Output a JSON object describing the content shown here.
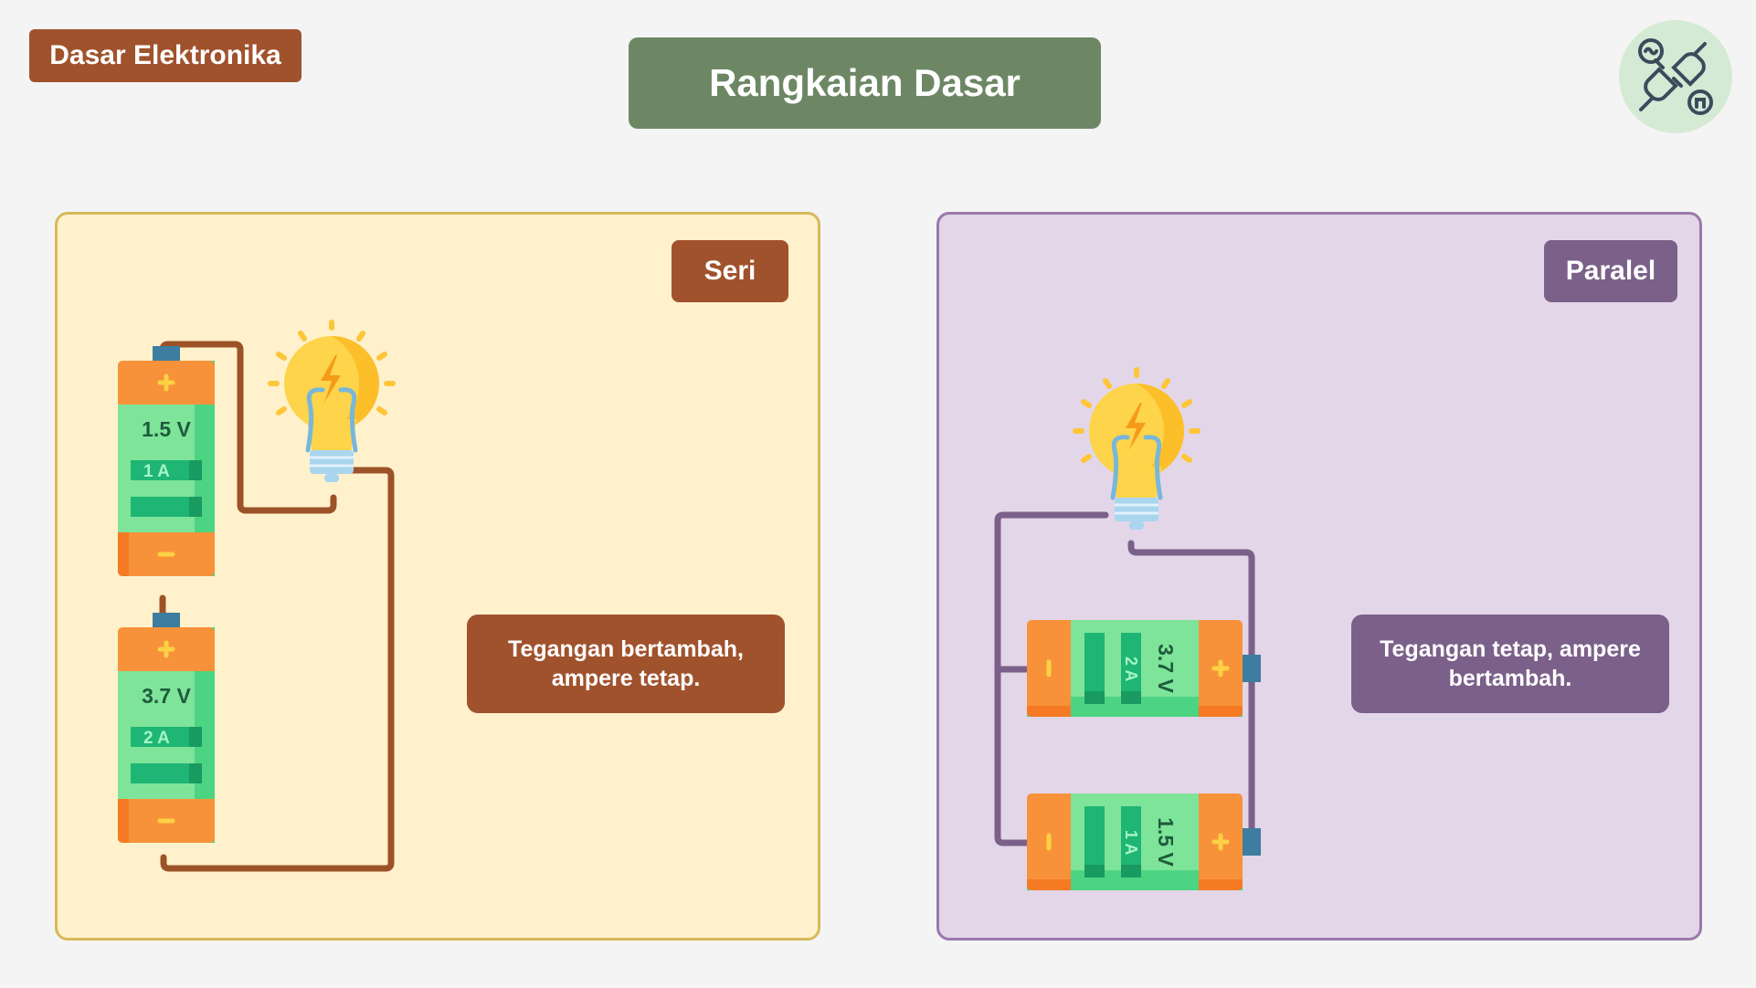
{
  "header": {
    "topic": "Dasar Elektronika",
    "title": "Rangkaian Dasar"
  },
  "logo": {
    "icon": "plug-socket-icon"
  },
  "series": {
    "label": "Seri",
    "description": "Tegangan bertambah, ampere tetap.",
    "batteries": [
      {
        "voltage": "1.5 V",
        "current": "1 A"
      },
      {
        "voltage": "3.7 V",
        "current": "2 A"
      }
    ]
  },
  "parallel": {
    "label": "Paralel",
    "description": "Tegangan tetap, ampere bertambah.",
    "batteries": [
      {
        "voltage": "3.7 V",
        "current": "2 A"
      },
      {
        "voltage": "1.5 V",
        "current": "1 A"
      }
    ]
  },
  "colors": {
    "series_accent": "#a0522d",
    "parallel_accent": "#7b6089",
    "title_bg": "#6d8764",
    "battery_body": "#7ee49a",
    "battery_cap": "#f7923a"
  }
}
